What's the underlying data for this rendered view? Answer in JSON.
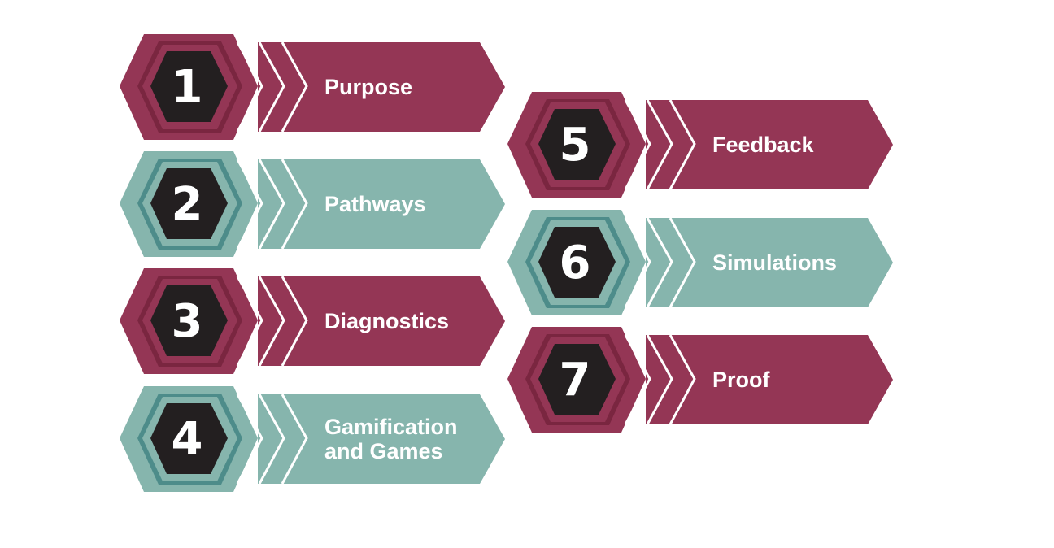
{
  "colors": {
    "plum": "#943655",
    "plum_dark": "#7a2640",
    "teal": "#86b5ad",
    "teal_dark": "#4d8c8a",
    "hex_fill": "#231f20",
    "text": "#ffffff"
  },
  "steps": [
    {
      "number": "1",
      "label": "Purpose",
      "theme": "plum"
    },
    {
      "number": "2",
      "label": "Pathways",
      "theme": "teal"
    },
    {
      "number": "3",
      "label": "Diagnostics",
      "theme": "plum"
    },
    {
      "number": "4",
      "label": "Gamification and Games",
      "theme": "teal"
    },
    {
      "number": "5",
      "label": "Feedback",
      "theme": "plum"
    },
    {
      "number": "6",
      "label": "Simulations",
      "theme": "teal"
    },
    {
      "number": "7",
      "label": "Proof",
      "theme": "plum"
    }
  ]
}
